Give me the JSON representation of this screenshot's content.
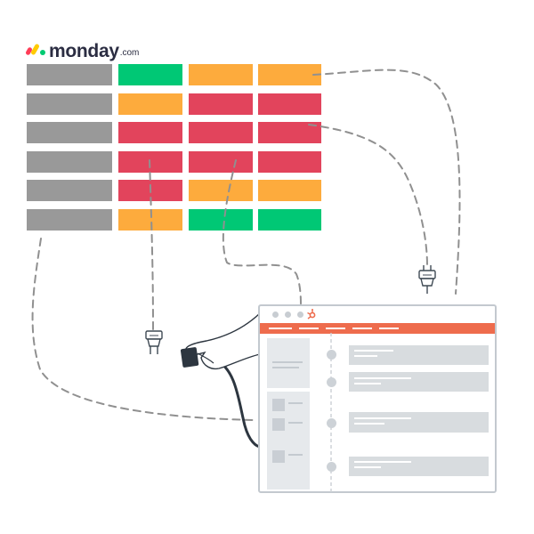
{
  "logo": {
    "wordmark": "monday",
    "suffix": ".com",
    "colors": [
      "#ff3d57",
      "#ffcb00",
      "#00ca72"
    ]
  },
  "board": {
    "rows": [
      [
        "gray",
        "green",
        "orange",
        "orange"
      ],
      [
        "gray",
        "orange",
        "red",
        "red"
      ],
      [
        "gray",
        "red",
        "red",
        "red"
      ],
      [
        "gray",
        "red",
        "red",
        "red"
      ],
      [
        "gray",
        "red",
        "orange",
        "orange"
      ],
      [
        "gray",
        "orange",
        "green",
        "green"
      ]
    ],
    "colors": {
      "gray": "#999999",
      "green": "#00c875",
      "orange": "#fdab3d",
      "red": "#e2445c"
    }
  },
  "app_window": {
    "icon": "hubspot-sprocket-icon",
    "accent": "#ee6c4d",
    "frame": "#c3c9cf"
  },
  "icons": [
    "plug-icon",
    "plug-icon",
    "hand-holding-cable-icon"
  ]
}
